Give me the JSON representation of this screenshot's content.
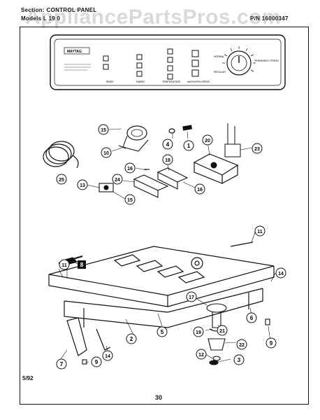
{
  "header": {
    "section_label": "Section:",
    "section_value": "CONTROL PANEL",
    "models_label": "Models",
    "models_value": "L 19 0",
    "pn_label": "P/N",
    "pn_value": "16000347"
  },
  "watermark": "AppliancePartsPros.com",
  "panel": {
    "brand": "MAYTAG",
    "left_group_label": "RINSE",
    "fabric_label": "FABRIC",
    "temperature_label": "TEMPERATURE",
    "wash_spin_label": "WASH/SPIN SPEED",
    "normal_label": "NORMAL",
    "permanent_press_label": "PERMANENT PRESS",
    "regular_label": "REGULAR"
  },
  "callouts": [
    "1",
    "2",
    "3",
    "4",
    "5",
    "6",
    "7",
    "8",
    "9",
    "9",
    "10",
    "11",
    "11",
    "12",
    "13",
    "14",
    "14",
    "15",
    "15",
    "16",
    "16",
    "17",
    "18",
    "19",
    "20",
    "21",
    "22",
    "23",
    "24",
    "25"
  ],
  "footer": {
    "date": "5/92",
    "page": "30"
  }
}
